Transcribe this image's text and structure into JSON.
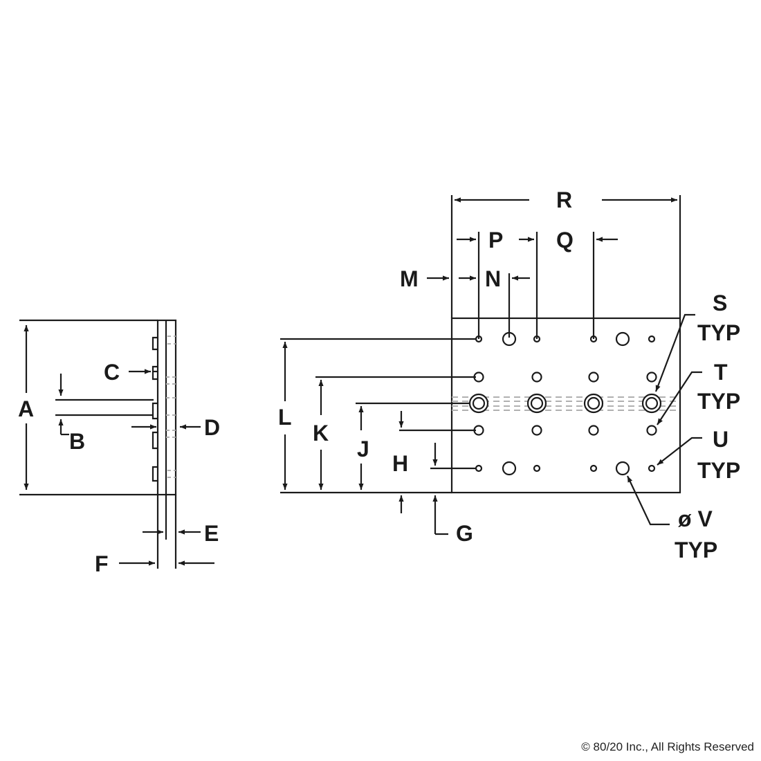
{
  "labels": {
    "A": "A",
    "B": "B",
    "C": "C",
    "D": "D",
    "E": "E",
    "F": "F",
    "G": "G",
    "H": "H",
    "J": "J",
    "K": "K",
    "L": "L",
    "M": "M",
    "N": "N",
    "P": "P",
    "Q": "Q",
    "R": "R",
    "S": "S",
    "T": "T",
    "U": "U",
    "V": "ø V",
    "typ": "TYP"
  },
  "copyright": "© 80/20 Inc., All Rights Reserved",
  "colors": {
    "line": "#1a1a1a",
    "hidden": "#b0b0b0"
  }
}
